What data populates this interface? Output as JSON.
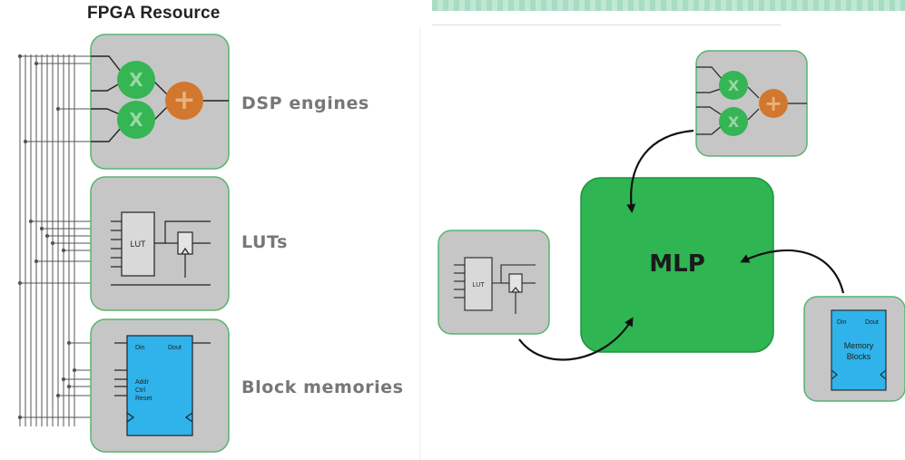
{
  "title": "FPGA Resource",
  "resources": {
    "dsp_label": "DSP engines",
    "lut_label": "LUTs",
    "bram_label": "Block memories"
  },
  "glyphs": {
    "multiply": "X",
    "add": "+"
  },
  "lut_block": "LUT",
  "bram_block": {
    "din": "Din",
    "dout": "Dout",
    "addr": "Addr",
    "ctrl": "Ctrl",
    "reset": "Reset"
  },
  "mlp": {
    "label": "MLP",
    "lut_small": "LUT",
    "mem_din": "Din",
    "mem_dout": "Dout",
    "mem_line1": "Memory",
    "mem_line2": "Blocks"
  },
  "colors": {
    "panel_fill": "#c6c6c6",
    "panel_border": "#57b46e",
    "multiplier": "#35b554",
    "adder": "#d2772e",
    "memory": "#2fb3ea",
    "mlp_fill": "#2fb552",
    "mlp_border": "#1e9440",
    "header_bar": "#a8dcc4"
  }
}
